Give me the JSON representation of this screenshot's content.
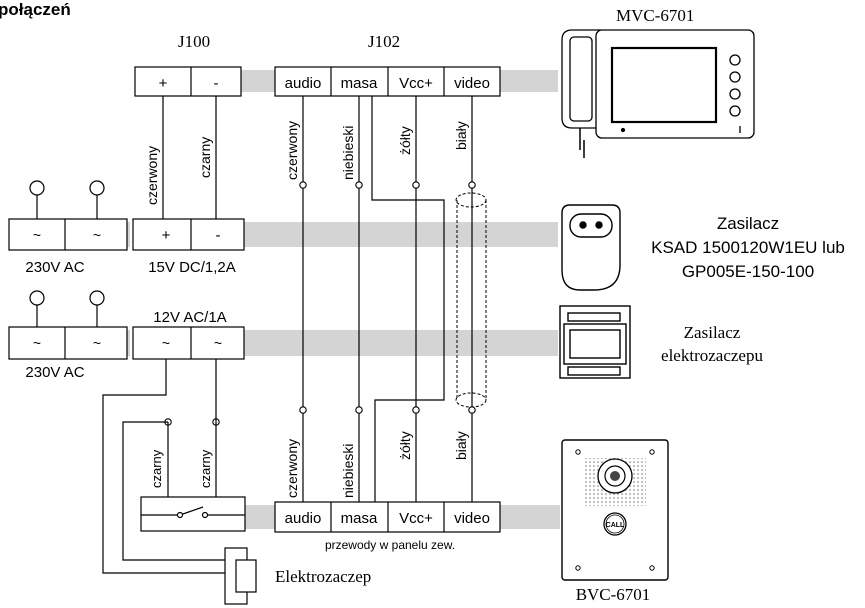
{
  "title": "połączeń",
  "terminals": {
    "j100_label": "J100",
    "j102_label": "J102",
    "j100_plus": "+",
    "j100_minus": "-",
    "j102_audio": "audio",
    "j102_masa": "masa",
    "j102_vcc": "Vcc+",
    "j102_video": "video",
    "psu15_plus": "+",
    "psu15_minus": "-",
    "psu15_label": "15V DC/1,2A",
    "mains1_l": "~",
    "mains1_r": "~",
    "mains1_label": "230V AC",
    "mains2_l": "~",
    "mains2_r": "~",
    "mains2_label": "230V AC",
    "ac12_l": "~",
    "ac12_r": "~",
    "ac12_label": "12V AC/1A",
    "panel_audio": "audio",
    "panel_masa": "masa",
    "panel_vcc": "Vcc+",
    "panel_video": "video",
    "panel_note": "przewody w panelu zew."
  },
  "wires": {
    "j100_red": "czerwony",
    "j100_black": "czarny",
    "j102_red": "czerwony",
    "j102_blue": "niebieski",
    "j102_yellow": "żółty",
    "j102_white": "biały",
    "panel_red": "czerwony",
    "panel_blue": "niebieski",
    "panel_yellow": "żółty",
    "panel_white": "biały",
    "lock_black1": "czarny",
    "lock_black2": "czarny"
  },
  "devices": {
    "monitor_name": "MVC-6701",
    "psu_label_1": "Zasilacz",
    "psu_label_2": "KSAD 1500120W1EU lub",
    "psu_label_3": "GP005E-150-100",
    "lockpsu_label_1": "Zasilacz",
    "lockpsu_label_2": "elektrozaczepu",
    "lock_label": "Elektrozaczep",
    "panel_name": "BVC-6701",
    "call_label": "CALL"
  }
}
